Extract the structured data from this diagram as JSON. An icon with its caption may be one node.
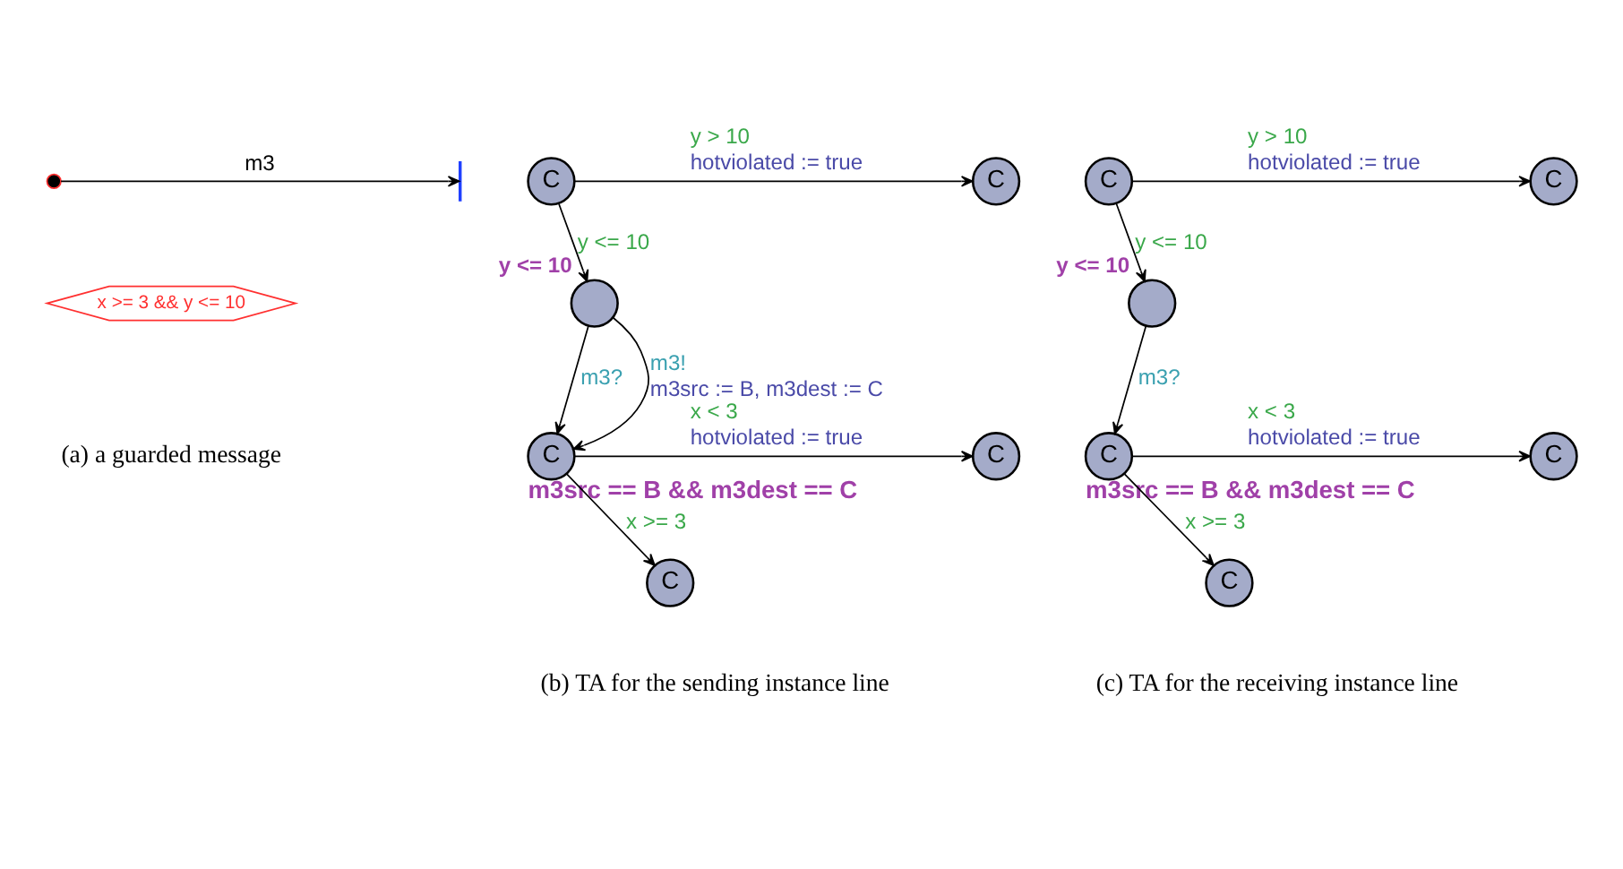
{
  "diagram": {
    "nodes": [
      {
        "text": [
          "x >= 3 && y <= 10"
        ]
      },
      {
        "text": [],
        "shape": "circle"
      },
      {
        "text": [
          "C"
        ]
      },
      {
        "text": [
          "C"
        ]
      },
      {
        "text": [],
        "shape": "circle",
        "beside": [
          "y <= 10"
        ]
      },
      {
        "text": [
          "C"
        ],
        "beside": [
          "m3src == B && m3dest == C"
        ]
      },
      {
        "text": [
          "C"
        ]
      },
      {
        "text": [
          "C"
        ]
      },
      {
        "text": [
          "C"
        ]
      },
      {
        "text": [
          "C"
        ]
      },
      {
        "text": [],
        "shape": "circle",
        "beside": [
          "y <= 10"
        ]
      },
      {
        "text": [
          "C"
        ],
        "beside": [
          "m3src == B && m3dest == C"
        ]
      },
      {
        "text": [
          "C"
        ]
      },
      {
        "text": [
          "C"
        ]
      }
    ],
    "edges": [
      {
        "from": 1,
        "to": null,
        "arrow": "to",
        "label": [
          "m3"
        ]
      },
      {
        "from": 2,
        "to": 3,
        "arrow": "to",
        "label": [
          "y > 10",
          "hotviolated := true"
        ]
      },
      {
        "from": 2,
        "to": 4,
        "arrow": "to",
        "label": [
          "y <= 10"
        ]
      },
      {
        "from": 4,
        "to": 5,
        "arrow": "to",
        "label": [
          "m3?"
        ]
      },
      {
        "from": 4,
        "to": 5,
        "arrow": "to",
        "label": [
          "m3!",
          "m3src := B, m3dest := C"
        ]
      },
      {
        "from": 5,
        "to": 6,
        "arrow": "to",
        "label": [
          "x < 3",
          "hotviolated := true"
        ]
      },
      {
        "from": 5,
        "to": 7,
        "arrow": "to",
        "label": [
          "x >= 3"
        ]
      },
      {
        "from": 8,
        "to": 9,
        "arrow": "to",
        "label": [
          "y > 10",
          "hotviolated := true"
        ]
      },
      {
        "from": 8,
        "to": 10,
        "arrow": "to",
        "label": [
          "y <= 10"
        ]
      },
      {
        "from": 10,
        "to": 11,
        "arrow": "to",
        "label": [
          "m3?"
        ]
      },
      {
        "from": 11,
        "to": 12,
        "arrow": "to",
        "label": [
          "x < 3",
          "hotviolated := true"
        ]
      },
      {
        "from": 11,
        "to": 13,
        "arrow": "to",
        "label": [
          "x >= 3"
        ]
      }
    ],
    "labels": [
      "(a) a guarded message",
      "(b) TA for the sending instance line",
      "(c) TA for the receiving instance line"
    ]
  }
}
